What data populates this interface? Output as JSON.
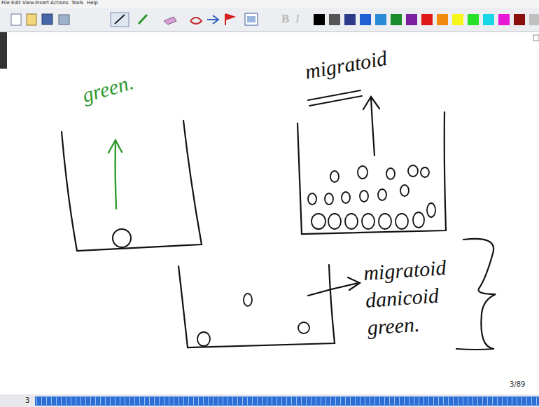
{
  "diagram": {
    "labels": [
      "File",
      "Edit",
      "View",
      "Insert",
      "Actions",
      "Tools",
      "Help",
      "B",
      "I",
      "green.",
      "migratoid",
      "migratoid danicoid green.",
      "3/89",
      "3"
    ]
  }
}
